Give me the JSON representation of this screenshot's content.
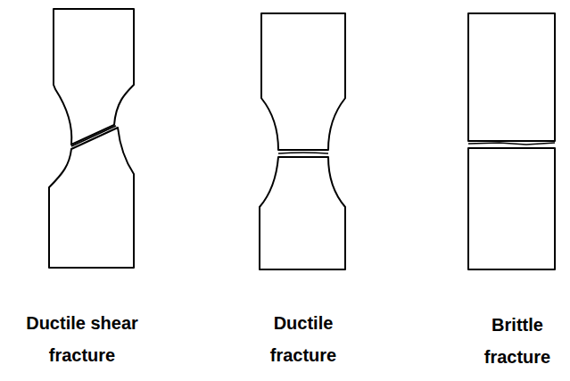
{
  "diagram": {
    "labels": [
      "Ductile shear fracture",
      "Ductile fracture",
      "Brittle fracture"
    ]
  }
}
